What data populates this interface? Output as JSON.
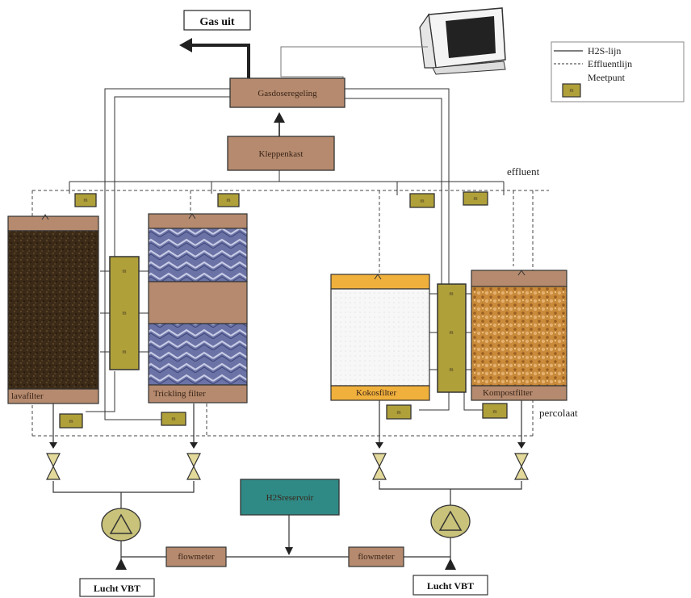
{
  "labels": {
    "gas_out": "Gas uit",
    "gas_control": "Gasdoseregeling",
    "valve_box": "Kleppenkast",
    "effluent": "effluent",
    "percolate": "percolaat",
    "h2s_source": "H2Sreservoir",
    "flow_left": "flowmeter",
    "flow_right": "flowmeter",
    "air_left": "Lucht VBT",
    "air_right": "Lucht VBT"
  },
  "legend": {
    "h2s_line": "H2S-lijn",
    "effluent_line": "Effluentlijn",
    "measuring_point": "Meetpunt",
    "mp_symbol": "m"
  },
  "filters": [
    {
      "label": "lavafilter"
    },
    {
      "label": "Trickling filter"
    },
    {
      "label": "Kokosfilter"
    },
    {
      "label": "Kompostfilter"
    }
  ],
  "meters": [
    {
      "label": "m"
    },
    {
      "label": "m"
    },
    {
      "label": "m"
    },
    {
      "label": "m"
    },
    {
      "label": "m"
    },
    {
      "label": "m"
    },
    {
      "label": "m"
    },
    {
      "label": "m"
    }
  ],
  "manifolds": [
    {
      "ports": [
        "m",
        "m",
        "m"
      ]
    },
    {
      "ports": [
        "m",
        "m",
        "m"
      ]
    }
  ],
  "colors": {
    "brown_box": "#b58a6e",
    "lava": "#3b2a17",
    "trickling": "#6b73a6",
    "coconut": "#f7f7f7",
    "compost": "#c98a3a",
    "meter": "#b0a03a",
    "h2s_tank": "#2f8a86",
    "pump": "#c9c27a"
  }
}
